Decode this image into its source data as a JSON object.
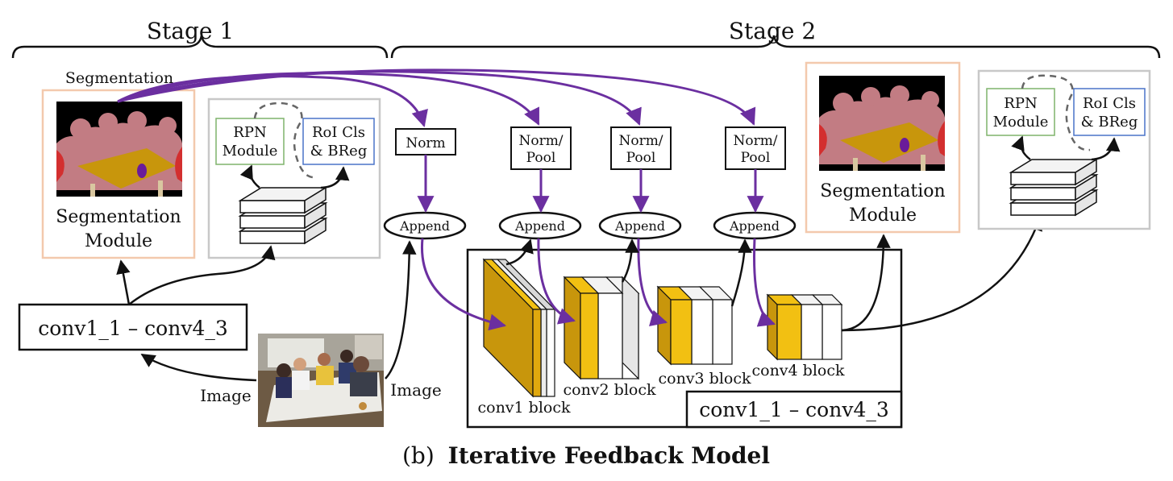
{
  "stages": {
    "stage1": "Stage 1",
    "stage2": "Stage 2"
  },
  "stage1": {
    "segmentation_label": "Segmentation",
    "segmentation_module": [
      "Segmentation",
      "Module"
    ],
    "rpn_module": [
      "RPN",
      "Module"
    ],
    "roi_module": [
      "RoI Cls",
      "& BReg"
    ],
    "backbone_label": "conv1_1 – conv4_3",
    "image_label": "Image"
  },
  "stage2": {
    "norm_labels": [
      [
        "Norm"
      ],
      [
        "Norm/",
        "Pool"
      ],
      [
        "Norm/",
        "Pool"
      ],
      [
        "Norm/",
        "Pool"
      ]
    ],
    "append_label": "Append",
    "image_label": "Image",
    "conv_blocks": [
      "conv1 block",
      "conv2 block",
      "conv3 block",
      "conv4 block"
    ],
    "backbone_label": "conv1_1 – conv4_3",
    "segmentation_module": [
      "Segmentation",
      "Module"
    ],
    "rpn_module": [
      "RPN",
      "Module"
    ],
    "roi_module": [
      "RoI Cls",
      "& BReg"
    ]
  },
  "caption": {
    "prefix": "(b)",
    "title": "Iterative Feedback Model"
  },
  "colors": {
    "feedback_arrow": "#6b2fa0",
    "conv_gold": "#c8960c",
    "conv_gold_light": "#f2c012",
    "seg_module_border": "#f3c9ad",
    "rpn_border": "#7fb36b",
    "roi_border": "#4a73c9",
    "panel_border": "#c8c8c8"
  }
}
